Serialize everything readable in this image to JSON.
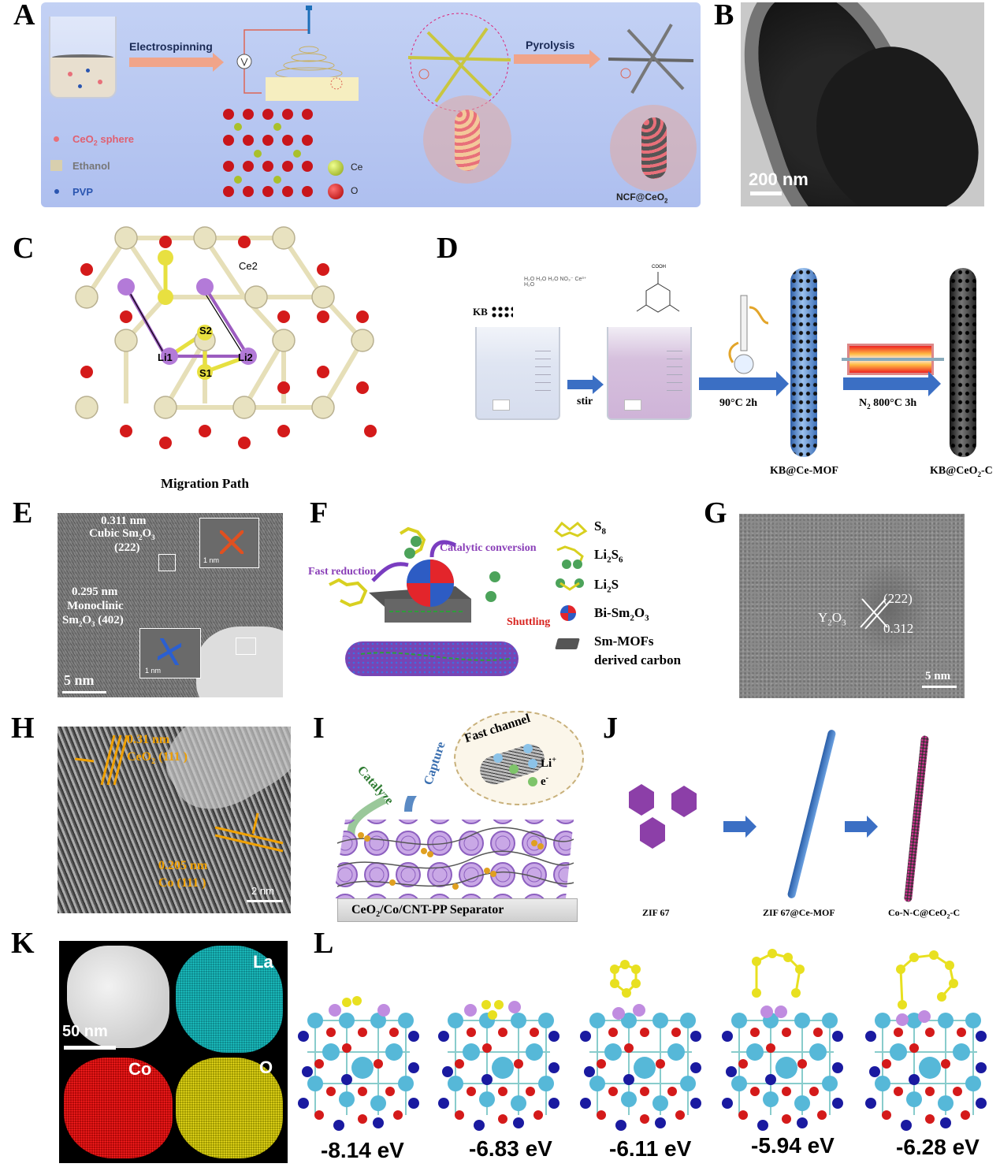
{
  "labels": {
    "A": "A",
    "B": "B",
    "C": "C",
    "D": "D",
    "E": "E",
    "F": "F",
    "G": "G",
    "H": "H",
    "I": "I",
    "J": "J",
    "K": "K",
    "L": "L"
  },
  "panel_a": {
    "electrospinning": "Electrospinning",
    "pyrolysis": "Pyrolysis",
    "legend": {
      "ceo2": "CeO",
      "ceo2_sub": "2",
      "ceo2_tail": " sphere",
      "ethanol": "Ethanol",
      "pvp": "PVP"
    },
    "atoms": {
      "ce": "Ce",
      "o": "O"
    },
    "product": "NCF@CeO",
    "product_sub": "2",
    "colors": {
      "bg": "#b9c8f0",
      "arrow": "#f0a48a",
      "sphere": "#e8707a",
      "pvp": "#2a55b0"
    }
  },
  "panel_b": {
    "scale": "200 nm"
  },
  "panel_c": {
    "title": "Migration Path",
    "ce2": "Ce2",
    "s2": "S2",
    "s1": "S1",
    "li1": "Li1",
    "li2": "Li2"
  },
  "panel_d": {
    "kb": "KB",
    "stir": "stir",
    "step2": "90°C 2h",
    "step3": "N",
    "step3_sub": "2",
    "step3_tail": " 800°C 3h",
    "mof": "KB@Ce-MOF",
    "product": "KB@CeO",
    "product_sub": "2",
    "product_tail": "-C",
    "cooh": "COOH"
  },
  "panel_e": {
    "d1": "0.311 nm",
    "p1a": "Cubic Sm",
    "p1b": "2",
    "p1c": "O",
    "p1d": "3",
    "p1hkl": "(222)",
    "d2": "0.295 nm",
    "p2": "Monoclinic",
    "p2a": "Sm",
    "p2b": "2",
    "p2c": "O",
    "p2d": "3",
    "p2hkl": " (402)",
    "inset": "1 nm",
    "scale": "5 nm"
  },
  "panel_f": {
    "catalytic": "Catalytic conversion",
    "fast": "Fast reduction",
    "shuttling": "Shuttling",
    "legend": [
      {
        "name": "S",
        "sub": "8"
      },
      {
        "name": "Li",
        "sub": "2",
        "tail": "S",
        "sub2": "6"
      },
      {
        "name": "Li",
        "sub": "2",
        "tail": "S"
      },
      {
        "name": "Bi-Sm",
        "sub": "2",
        "tail": "O",
        "sub2": "3"
      },
      {
        "name": "Sm-MOFs",
        "line2": "derived carbon"
      }
    ]
  },
  "panel_g": {
    "hkl": "(222)",
    "phase": "Y",
    "phase_sub": "2",
    "phase_tail": "O",
    "phase_sub2": "3",
    "d": "0.312",
    "scale": "5 nm"
  },
  "panel_h": {
    "d1": "0.31 nm",
    "p1": "CeO",
    "p1sub": "2",
    "p1hkl": " (111 )",
    "d2": "0.205 nm",
    "p2": "Co (111 )",
    "scale": "2 nm"
  },
  "panel_i": {
    "fast": "Fast channel",
    "li": "Li",
    "li_sup": "+",
    "e": "e",
    "e_sup": "-",
    "catalyze": "Catalyze",
    "capture": "Capture",
    "base": "CeO",
    "base_sub": "2",
    "base_tail": "/Co/CNT-PP Separator"
  },
  "panel_j": {
    "s1": "ZIF 67",
    "s2": "ZIF 67@Ce-MOF",
    "s3": "Co-N-C@CeO",
    "s3_sub": "2",
    "s3_tail": "-C"
  },
  "panel_k": {
    "scale": "50 nm",
    "la": "La",
    "co": "Co",
    "o": "O"
  },
  "panel_l": {
    "energies": [
      "-8.14 eV",
      "-6.83 eV",
      "-6.11 eV",
      "-5.94 eV",
      "-6.28 eV"
    ]
  }
}
